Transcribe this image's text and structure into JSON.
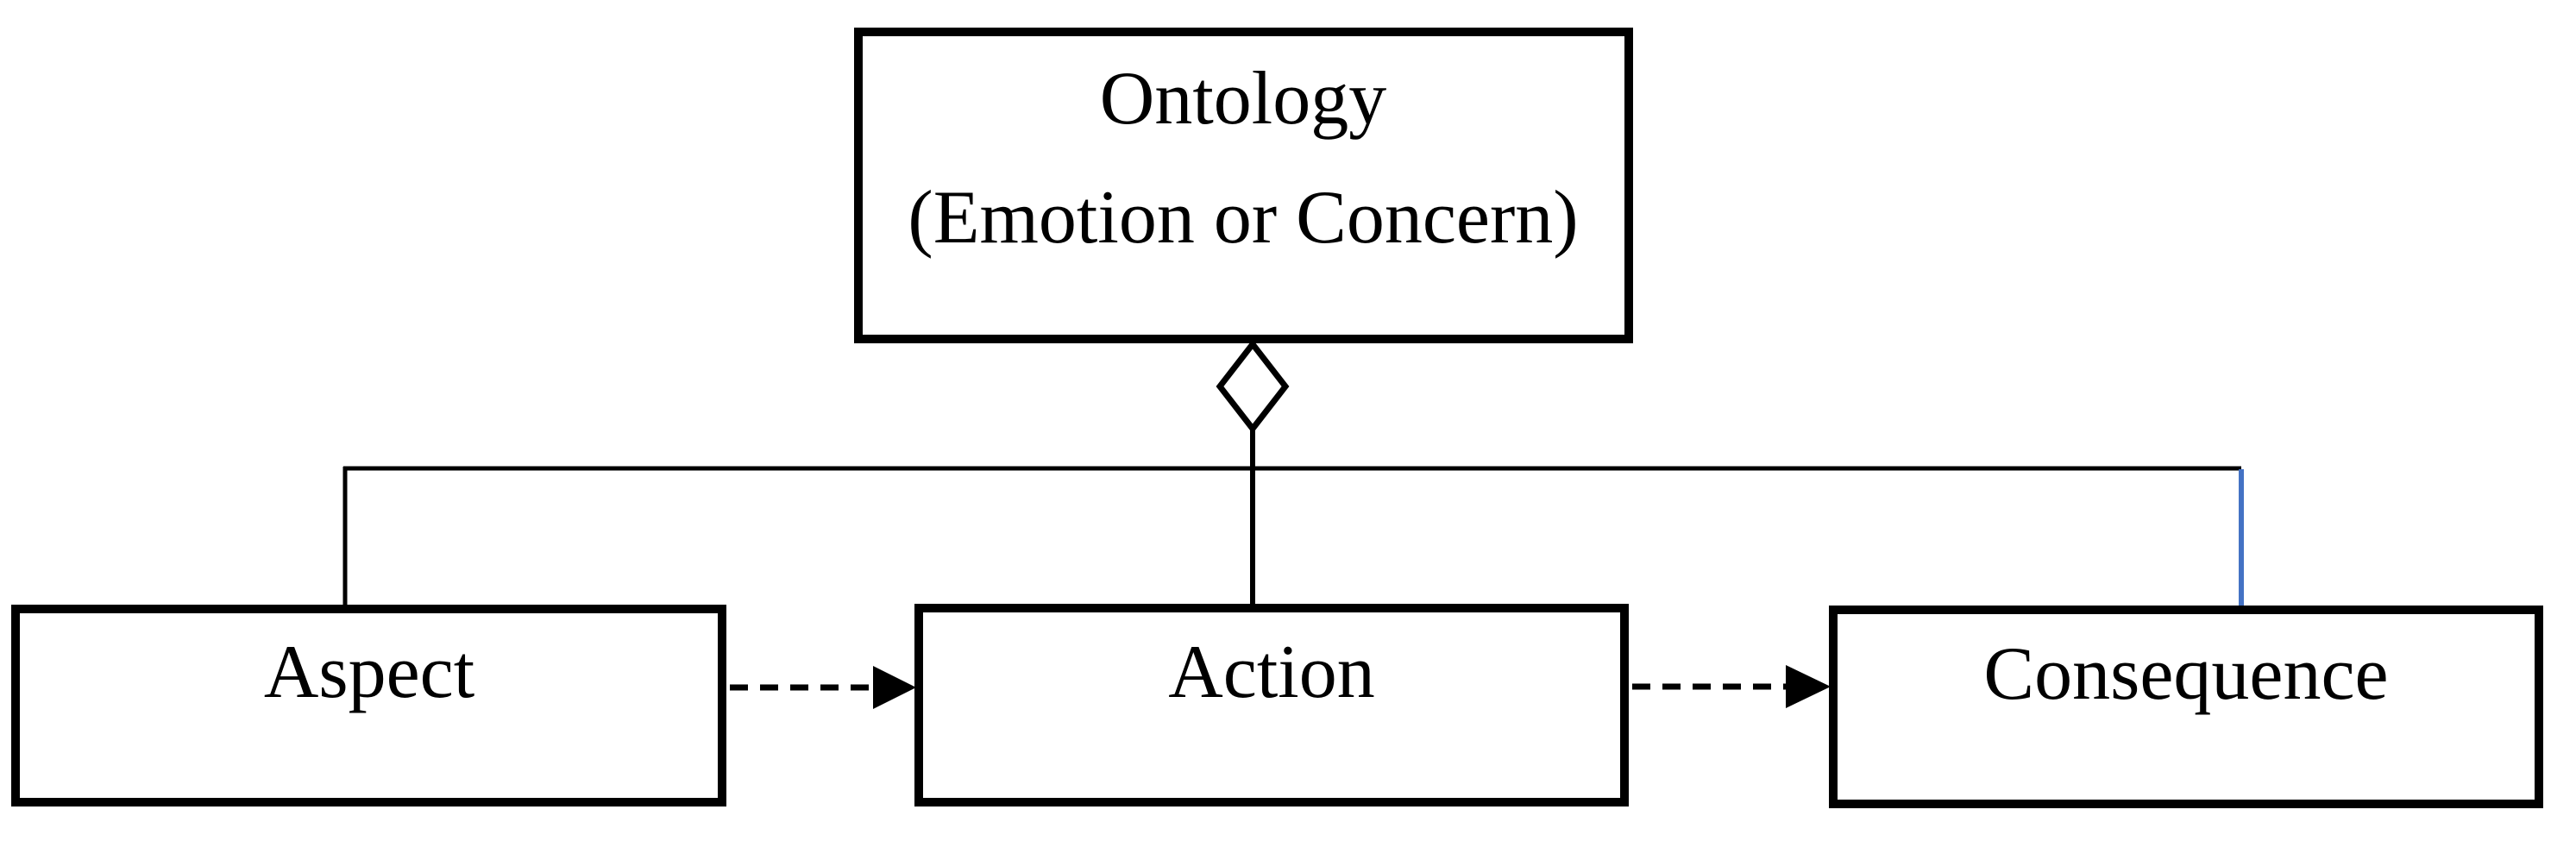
{
  "diagram": {
    "type": "uml-aggregation-diagram",
    "root": {
      "id": "ontology",
      "line1": "Ontology",
      "line2": "(Emotion or Concern)"
    },
    "children": [
      {
        "id": "aspect",
        "label": "Aspect"
      },
      {
        "id": "action",
        "label": "Action"
      },
      {
        "id": "consequence",
        "label": "Consequence"
      }
    ],
    "relations": [
      {
        "from": "ontology",
        "to": [
          "aspect",
          "action",
          "consequence"
        ],
        "kind": "aggregation-diamond"
      },
      {
        "from": "aspect",
        "to": "action",
        "kind": "dashed-arrow"
      },
      {
        "from": "action",
        "to": "consequence",
        "kind": "dashed-arrow"
      }
    ],
    "colors": {
      "line": "#000000",
      "accent_connector": "#4472C4",
      "node_fill": "#FFFFFF",
      "background": "#FFFFFF"
    }
  }
}
